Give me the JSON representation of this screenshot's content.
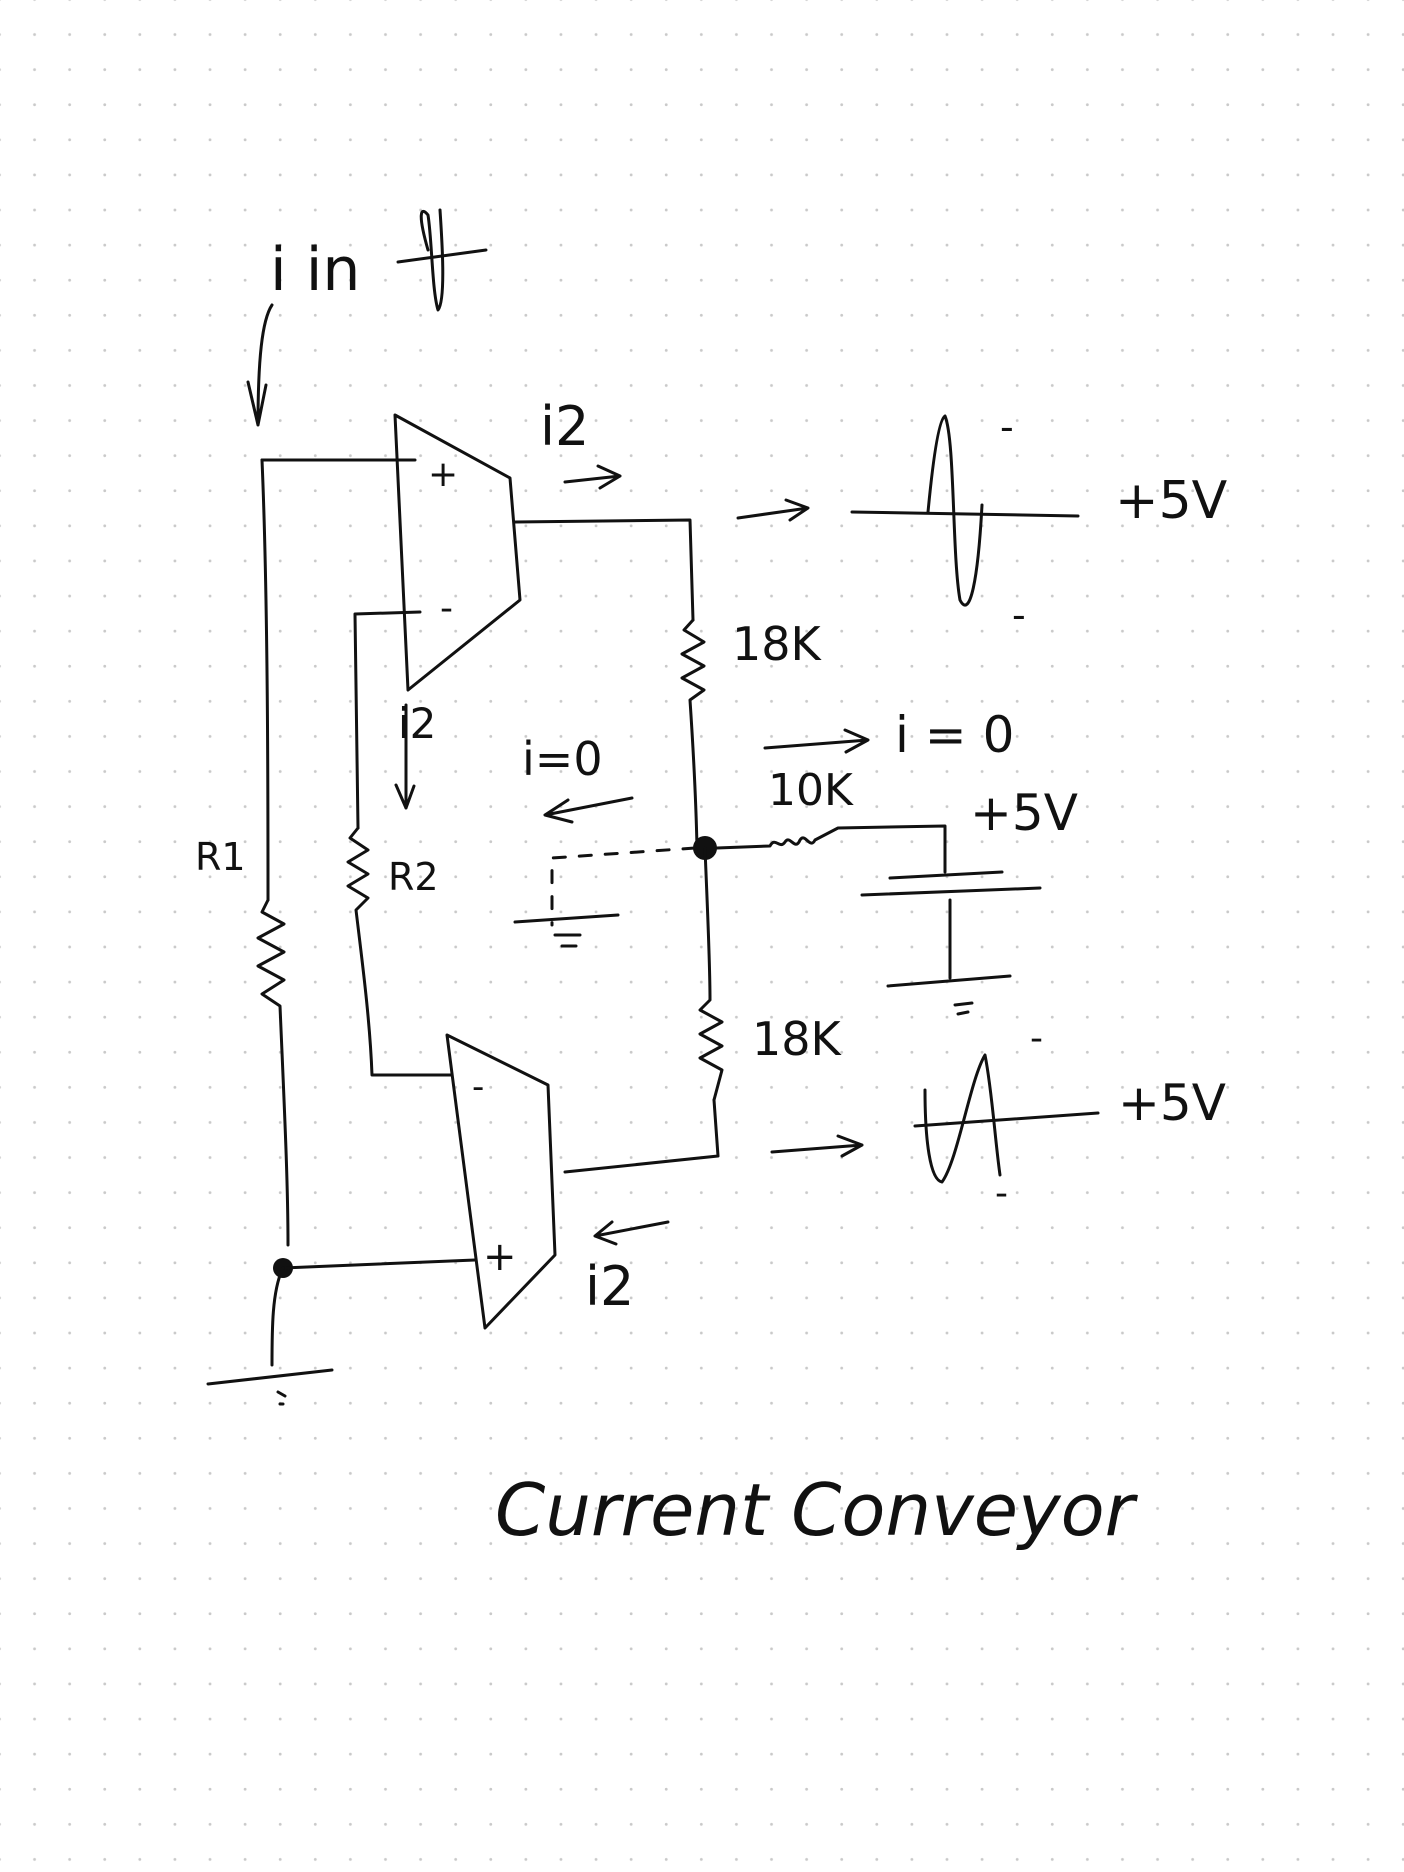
{
  "page": {
    "title": "Current Conveyor",
    "background": "#ffffff",
    "grid": "dotted",
    "ink_color": "#111111"
  },
  "labels": {
    "iin": "i in",
    "i2_top": "i2",
    "i2_left": "i2",
    "i2_bottom": "i2",
    "i_zero_left": "i=0",
    "i_zero_right": "i = 0",
    "r1": "R1",
    "r2": "R2",
    "res_18k_top": "18K",
    "res_18k_bottom": "18K",
    "res_10k": "10K",
    "plus_5v_top": "+5V",
    "plus_5v_mid": "+5V",
    "plus_5v_bottom": "+5V",
    "opamp_top_plus": "+",
    "opamp_top_minus": "-",
    "opamp_bottom_minus": "-",
    "opamp_bottom_plus": "+",
    "wave_top_upper_mark": "-",
    "wave_top_lower_mark": "-",
    "wave_bottom_upper_mark": "-",
    "wave_bottom_lower_mark": "-"
  }
}
